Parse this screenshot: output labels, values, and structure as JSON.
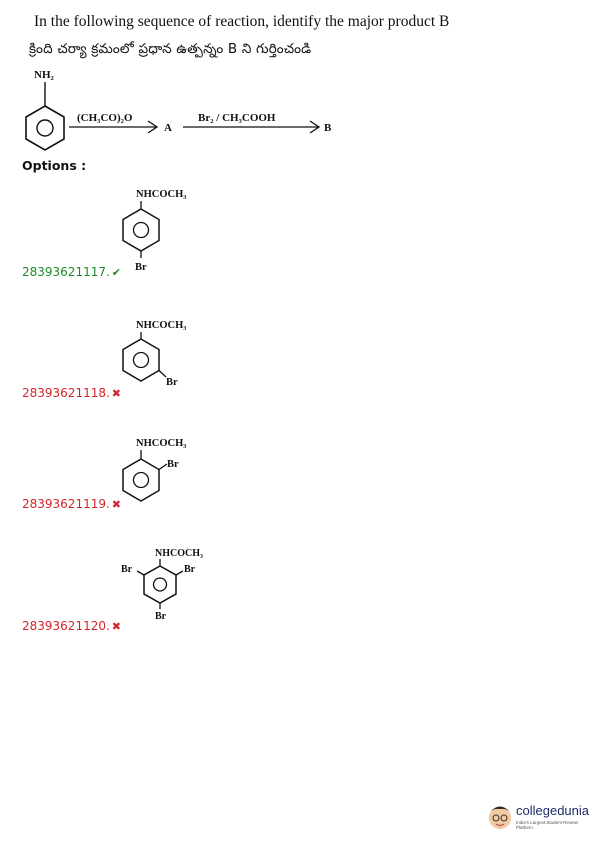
{
  "question": {
    "english": "In the following sequence of reaction, identify the major product B",
    "telugu": "క్రింది చర్యా క్రమంలో ప్రధాన ఉత్పన్నం B ని గుర్తించండి"
  },
  "reaction": {
    "start_group": "NH₂",
    "reagent1": "(CH₃CO)₂O",
    "intermediate": "A",
    "reagent2": "Br₂ / CH₃COOH",
    "product": "B"
  },
  "options_heading": "Options :",
  "options": [
    {
      "id": "28393621117.",
      "group": "NHCOCH₃",
      "subs": [
        "Br"
      ],
      "status": "correct",
      "mark": "✔"
    },
    {
      "id": "28393621118.",
      "group": "NHCOCH₃",
      "subs": [
        "Br"
      ],
      "status": "wrong",
      "mark": "✖"
    },
    {
      "id": "28393621119.",
      "group": "NHCOCH₃",
      "subs": [
        "Br"
      ],
      "status": "wrong",
      "mark": "✖"
    },
    {
      "id": "28393621120.",
      "group": "NHCOCH₃",
      "subs": [
        "Br",
        "Br",
        "Br"
      ],
      "status": "wrong",
      "mark": "✖"
    }
  ],
  "branding": {
    "name": "collegedunia",
    "tagline": "India's Largest Student Review Platform"
  }
}
